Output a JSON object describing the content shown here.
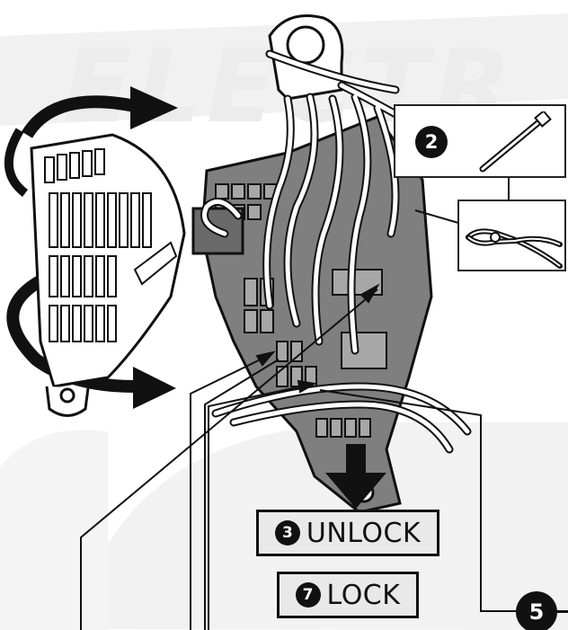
{
  "watermark": "ELECTR",
  "steps": {
    "unlock": {
      "number": "3",
      "label": "UNLOCK"
    },
    "lock": {
      "number": "7",
      "label": "LOCK"
    },
    "tools": {
      "number": "2"
    },
    "callout_five": {
      "number": "5"
    }
  },
  "icons": {
    "tie_tool": "cable-tie-icon",
    "cutter_tool": "side-cutter-pliers-icon",
    "rotate_arrow": "rotate-arrow-icon",
    "down_arrow": "arrow-down-icon"
  }
}
